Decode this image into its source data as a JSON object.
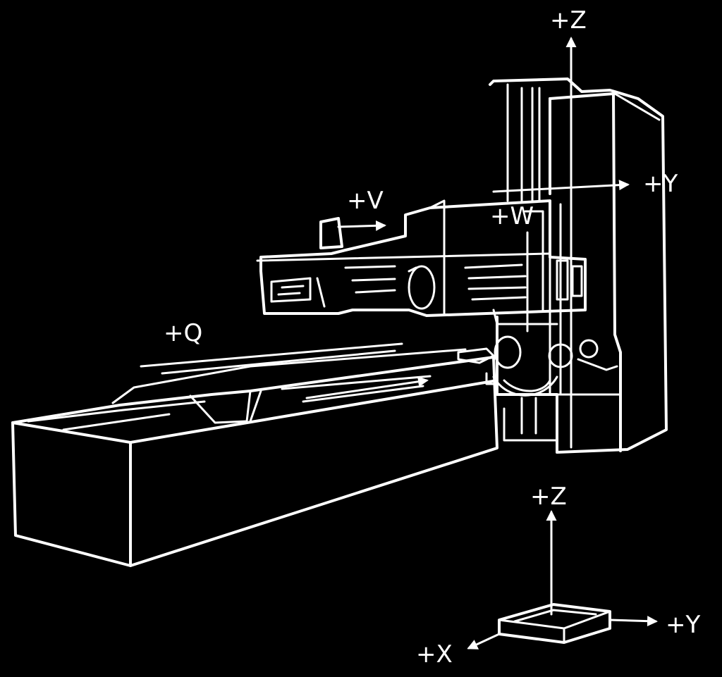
{
  "labels": {
    "column_z": "+Z",
    "column_y": "+Y",
    "spindle_v": "+V",
    "spindle_w": "+W",
    "bed_q": "+Q",
    "ref_z": "+Z",
    "ref_y": "+Y",
    "ref_x": "+X"
  },
  "colors": {
    "background": "#000000",
    "line": "#ffffff"
  }
}
